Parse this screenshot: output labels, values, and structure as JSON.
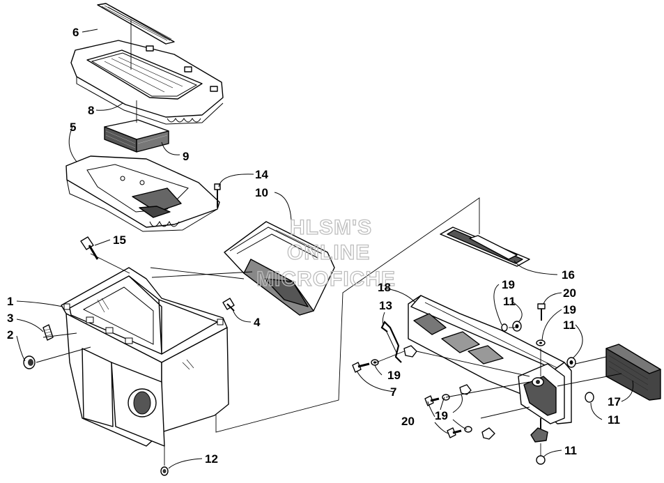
{
  "watermark": [
    "HLSM'S",
    "ONLINE",
    "MICROFICHE"
  ],
  "callouts": {
    "c1": "1",
    "c2": "2",
    "c3": "3",
    "c4": "4",
    "c5": "5",
    "c6": "6",
    "c7": "7",
    "c8": "8",
    "c9": "9",
    "c10": "10",
    "c11a": "11",
    "c11b": "11",
    "c11c": "11",
    "c11d": "11",
    "c12": "12",
    "c13": "13",
    "c14": "14",
    "c15": "15",
    "c16": "16",
    "c17": "17",
    "c18": "18",
    "c19a": "19",
    "c19b": "19",
    "c19c": "19",
    "c19d": "19",
    "c20a": "20",
    "c20b": "20"
  }
}
